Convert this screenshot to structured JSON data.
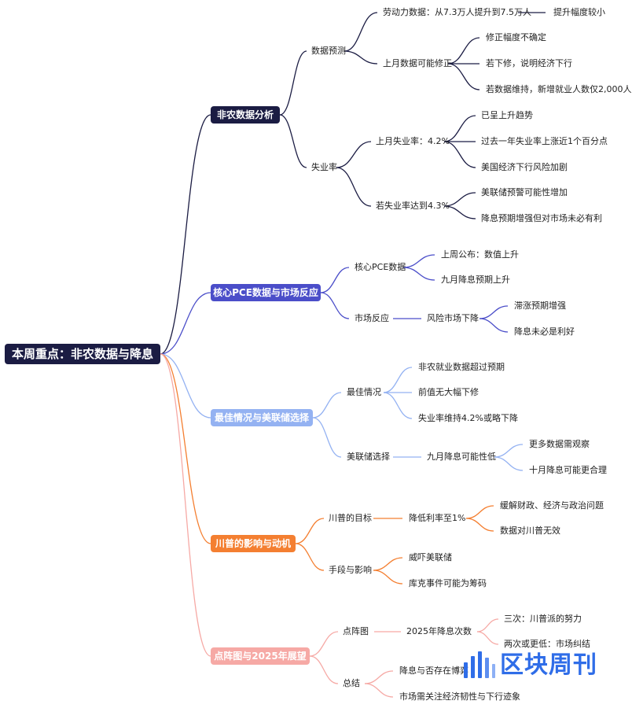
{
  "root": "本周重点：非农数据与降息",
  "branches": {
    "b1": {
      "label": "非农数据分析",
      "color": "#1b1c43"
    },
    "b2": {
      "label": "核心PCE数据与市场反应",
      "color": "#4b4ec9"
    },
    "b3": {
      "label": "最佳情况与美联储选择",
      "color": "#94b2f2"
    },
    "b4": {
      "label": "川普的影响与动机",
      "color": "#f47f31"
    },
    "b5": {
      "label": "点阵图与2025年展望",
      "color": "#f6a9a5"
    }
  },
  "nodes": {
    "n1": "数据预测",
    "n2": "劳动力数据：从7.3万人提升到7.5万人",
    "n3": "提升幅度较小",
    "n4": "上月数据可能修正",
    "n5": "修正幅度不确定",
    "n6": "若下修，说明经济下行",
    "n7": "若数据维持，新增就业人数仅2,000人",
    "n8": "失业率",
    "n9": "上月失业率：4.2%",
    "n10": "已呈上升趋势",
    "n11": "过去一年失业率上涨近1个百分点",
    "n12": "美国经济下行风险加剧",
    "n13": "若失业率达到4.3%",
    "n14": "美联储预警可能性增加",
    "n15": "降息预期增强但对市场未必有利",
    "n16": "核心PCE数据",
    "n17": "上周公布：数值上升",
    "n18": "九月降息预期上升",
    "n19": "市场反应",
    "n20": "风险市场下降",
    "n21": "滞涨预期增强",
    "n22": "降息未必是利好",
    "n23": "最佳情况",
    "n24": "非农就业数据超过预期",
    "n25": "前值无大幅下修",
    "n26": "失业率维持4.2%或略下降",
    "n27": "美联储选择",
    "n28": "九月降息可能性低",
    "n29": "更多数据需观察",
    "n30": "十月降息可能更合理",
    "n31": "川普的目标",
    "n32": "降低利率至1%",
    "n33": "缓解财政、经济与政治问题",
    "n34": "数据对川普无效",
    "n35": "手段与影响",
    "n36": "威吓美联储",
    "n37": "库克事件可能为筹码",
    "n38": "点阵图",
    "n39": "2025年降息次数",
    "n40": "三次：川普派的努力",
    "n41": "两次或更低：市场纠结",
    "n42": "总结",
    "n43": "降息与否存在博弈",
    "n44": "市场需关注经济韧性与下行迹象"
  },
  "logo": {
    "text": "区块周刊",
    "color": "#2f6de8",
    "icon": "bars-logo-icon"
  }
}
